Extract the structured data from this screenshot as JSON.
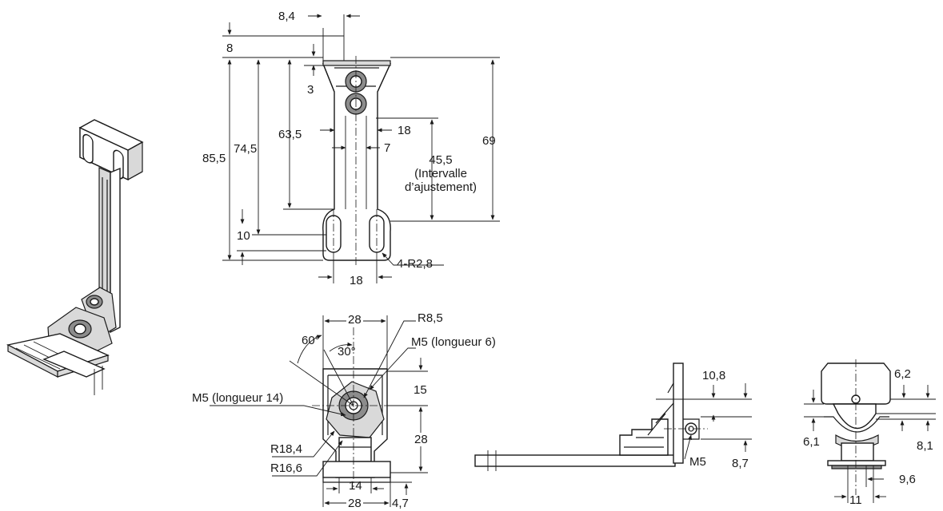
{
  "top_view": {
    "dim_8_4": "8,4",
    "dim_8": "8",
    "dim_3": "3",
    "dim_85_5": "85,5",
    "dim_74_5": "74,5",
    "dim_63_5": "63,5",
    "dim_18_right": "18",
    "dim_7": "7",
    "dim_45_5": "45,5",
    "adjust_line1": "(Intervalle",
    "adjust_line2": "d’ajustement)",
    "dim_69": "69",
    "dim_10": "10",
    "dim_18_bottom": "18",
    "radius": "4-R2,8"
  },
  "front_view": {
    "dim_28_top": "28",
    "angle_60": "60°",
    "angle_30": "30°",
    "r8_5": "R8,5",
    "m5_len6": "M5 (longueur 6)",
    "dim_15": "15",
    "m5_len14": "M5 (longueur 14)",
    "dim_28_side": "28",
    "r18_4": "R18,4",
    "r16_6": "R16,6",
    "dim_14": "14",
    "dim_28_bottom": "28",
    "dim_4_7": "4,7"
  },
  "side_view": {
    "dim_10_8": "10,8",
    "m5": "M5",
    "dim_8_7": "8,7"
  },
  "end_view": {
    "dim_6_2": "6,2",
    "dim_6_1": "6,1",
    "dim_8_1": "8,1",
    "dim_9_6": "9,6",
    "dim_11": "11"
  }
}
